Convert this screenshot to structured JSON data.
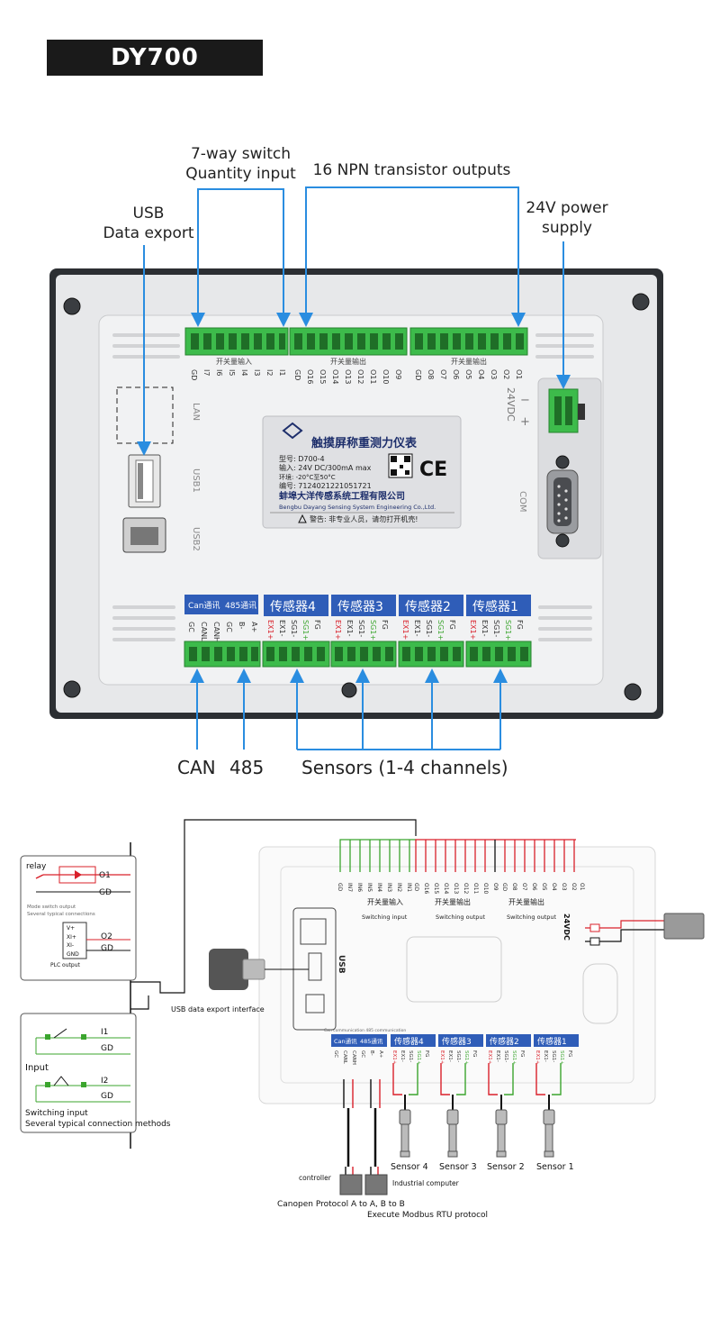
{
  "title": "DY700",
  "callouts": {
    "switch_input": [
      "7-way switch",
      "Quantity input"
    ],
    "npn_outputs": "16 NPN transistor outputs",
    "usb": [
      "USB",
      "Data export"
    ],
    "power": [
      "24V power",
      "supply"
    ],
    "can": "CAN",
    "rs485": "485",
    "sensors": "Sensors (1-4 channels)"
  },
  "panel": {
    "input_pins": [
      "GD",
      "I7",
      "I6",
      "I5",
      "I4",
      "I3",
      "I2",
      "I1"
    ],
    "output_pins_a": [
      "GD",
      "O16",
      "O15",
      "O14",
      "O13",
      "O12",
      "O11",
      "O10",
      "O9"
    ],
    "output_pins_b": [
      "GD",
      "O8",
      "O7",
      "O6",
      "O5",
      "O4",
      "O3",
      "O2",
      "O1"
    ],
    "input_group_label": "开关量输入",
    "output_group_label": "开关量输出",
    "port_lan": "LAN",
    "port_usb1": "USB1",
    "port_usb2": "USB2",
    "power_label": "24VDC",
    "power_minus": "−",
    "power_plus": "+",
    "com_label": "COM",
    "comm_tab_can": "Can通讯",
    "comm_tab_485": "485通讯",
    "comm_pins": [
      "GC",
      "CANL",
      "CANH",
      "GC",
      "B-",
      "A+"
    ],
    "sensor_tabs": [
      "传感器4",
      "传感器3",
      "传感器2",
      "传感器1"
    ],
    "sensor_pins": [
      "EX1+",
      "EX1-",
      "SG1-",
      "SG1+",
      "FG"
    ]
  },
  "label_plate": {
    "title": "触摸屏称重测力仪表",
    "model_line": "型号:  D700-4",
    "input_line": "输入:  24V DC/300mA max",
    "env_line": "环境:  -20°C至50°C",
    "serial_line": "编号:  7124021221051721",
    "company_cn": "蚌埠大洋传感系统工程有限公司",
    "company_en": "Bengbu Dayang Sensing System Engineering Co.,Ltd.",
    "warning": "警告: 非专业人员，请勿打开机壳!",
    "ce_mark": "CE"
  },
  "wiring": {
    "relay_label": "relay",
    "mode_label": "Mode switch output",
    "typical_label": "Several typical connections",
    "o1": "O1",
    "o2": "O2",
    "gd": "GD",
    "plc_pins": [
      "V+",
      "XI+",
      "XI-",
      "GND"
    ],
    "plc_label": "PLC output",
    "i1": "I1",
    "i2": "I2",
    "input_word": "Input",
    "switching_input_caption": "Switching input",
    "connection_methods": "Several typical connection methods",
    "usb_interface": "USB data export interface",
    "usb_panel_label": "USB",
    "top_pins_in": [
      "GD",
      "IN7",
      "IN6",
      "IN5",
      "IN4",
      "IN3",
      "IN2",
      "IN1"
    ],
    "top_pins_out_a": [
      "GD",
      "O16",
      "O15",
      "O14",
      "O13",
      "O12",
      "O11",
      "O10",
      "O9"
    ],
    "top_pins_out_b": [
      "GD",
      "O8",
      "O7",
      "O6",
      "O5",
      "O4",
      "O3",
      "O2",
      "O1"
    ],
    "cn_input": "开关量输入",
    "cn_output": "开关量输出",
    "en_switching_input": "Switching input",
    "en_switching_output": "Switching output",
    "power_label": "24VDC",
    "comm_small": "Can communication   485 communication",
    "sensor_names": [
      "Sensor 4",
      "Sensor 3",
      "Sensor 2",
      "Sensor 1"
    ],
    "controller": "controller",
    "industrial_computer": "Industrial computer",
    "canopen": "Canopen Protocol A to A, B to B",
    "modbus": "Execute Modbus RTU protocol"
  },
  "colors": {
    "arrow_blue": "#2a8de0",
    "terminal_green": "#3dbb4b",
    "tab_blue": "#2f5db8",
    "wire_red": "#d9202a",
    "wire_green": "#3ba52e",
    "panel_gray": "#e4e5e7",
    "bezel": "#2c2f33"
  }
}
